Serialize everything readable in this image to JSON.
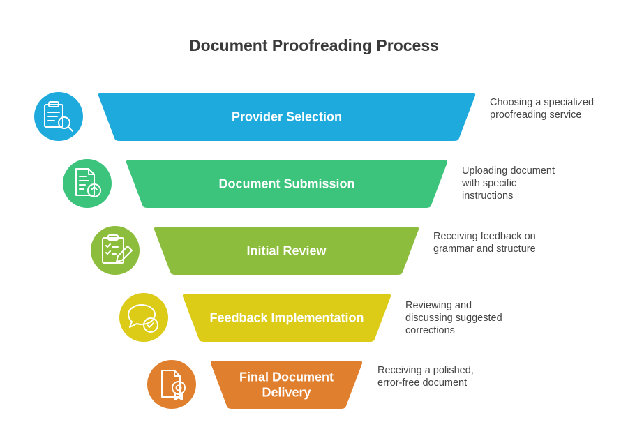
{
  "title": "Document Proofreading Process",
  "stages": [
    {
      "label_lines": [
        "Provider Selection"
      ],
      "description_lines": [
        "Choosing a specialized",
        "proofreading service"
      ],
      "color": "#1faadd",
      "icon": "clipboard-search-icon"
    },
    {
      "label_lines": [
        "Document Submission"
      ],
      "description_lines": [
        "Uploading document",
        "with specific",
        "instructions"
      ],
      "color": "#3cc47d",
      "icon": "document-upload-icon"
    },
    {
      "label_lines": [
        "Initial Review"
      ],
      "description_lines": [
        "Receiving feedback on",
        "grammar and structure"
      ],
      "color": "#8dbd3c",
      "icon": "clipboard-edit-icon"
    },
    {
      "label_lines": [
        "Feedback Implementation"
      ],
      "description_lines": [
        "Reviewing and",
        "discussing suggested",
        "corrections"
      ],
      "color": "#dccb17",
      "icon": "chat-check-icon"
    },
    {
      "label_lines": [
        "Final Document",
        "Delivery"
      ],
      "description_lines": [
        "Receiving a polished,",
        "error-free document"
      ],
      "color": "#e07f2e",
      "icon": "certified-document-icon"
    }
  ]
}
